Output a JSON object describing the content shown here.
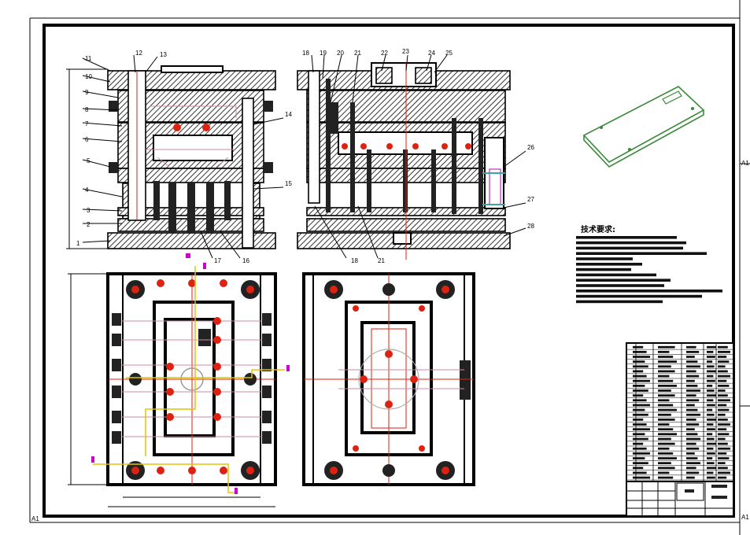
{
  "drawing": {
    "corner_mark": "A1",
    "part_numbers": [
      "1",
      "2",
      "3",
      "4",
      "5",
      "6",
      "7",
      "8",
      "9",
      "10",
      "11",
      "12",
      "13",
      "14",
      "15",
      "16",
      "17",
      "18",
      "19",
      "20",
      "21",
      "22",
      "23",
      "24",
      "25",
      "26",
      "27",
      "28"
    ],
    "tech_requirements_title": "技术要求:",
    "tech_requirements_lines": 11,
    "title_block_rows": 28
  }
}
